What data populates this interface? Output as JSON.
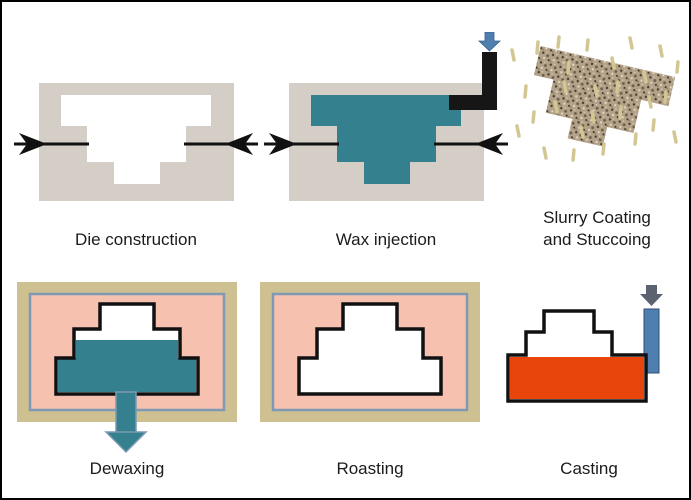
{
  "process": {
    "steps": [
      {
        "id": "die-construction",
        "label": "Die construction"
      },
      {
        "id": "wax-injection",
        "label": "Wax injection"
      },
      {
        "id": "slurry-coating-stuccoing",
        "label": "Slurry Coating and Stuccoing",
        "lines": [
          "Slurry Coating",
          "and Stuccoing"
        ]
      },
      {
        "id": "dewaxing",
        "label": "Dewaxing"
      },
      {
        "id": "roasting",
        "label": "Roasting"
      },
      {
        "id": "casting",
        "label": "Casting"
      }
    ]
  },
  "icons": {
    "wax_injection_arrow": "down-arrow",
    "metal_pour_arrow": "down-arrow",
    "dewax_drain_arrow": "down-arrow",
    "clamp_arrows": "inward-arrowheads"
  },
  "colors": {
    "die_body_gray": "#d4cec6",
    "wax_teal": "#35808e",
    "shell_tan": "#cfc091",
    "cavity_pink": "#f6c1ae",
    "flask_frame_blue": "#7d99b3",
    "molten_metal_orange": "#e8450c",
    "injection_arrow_blue": "#4f7fae",
    "pour_arrow_gray": "#5b6270",
    "stucco_grain_tan": "#d2c793",
    "outline_black": "#111111"
  }
}
